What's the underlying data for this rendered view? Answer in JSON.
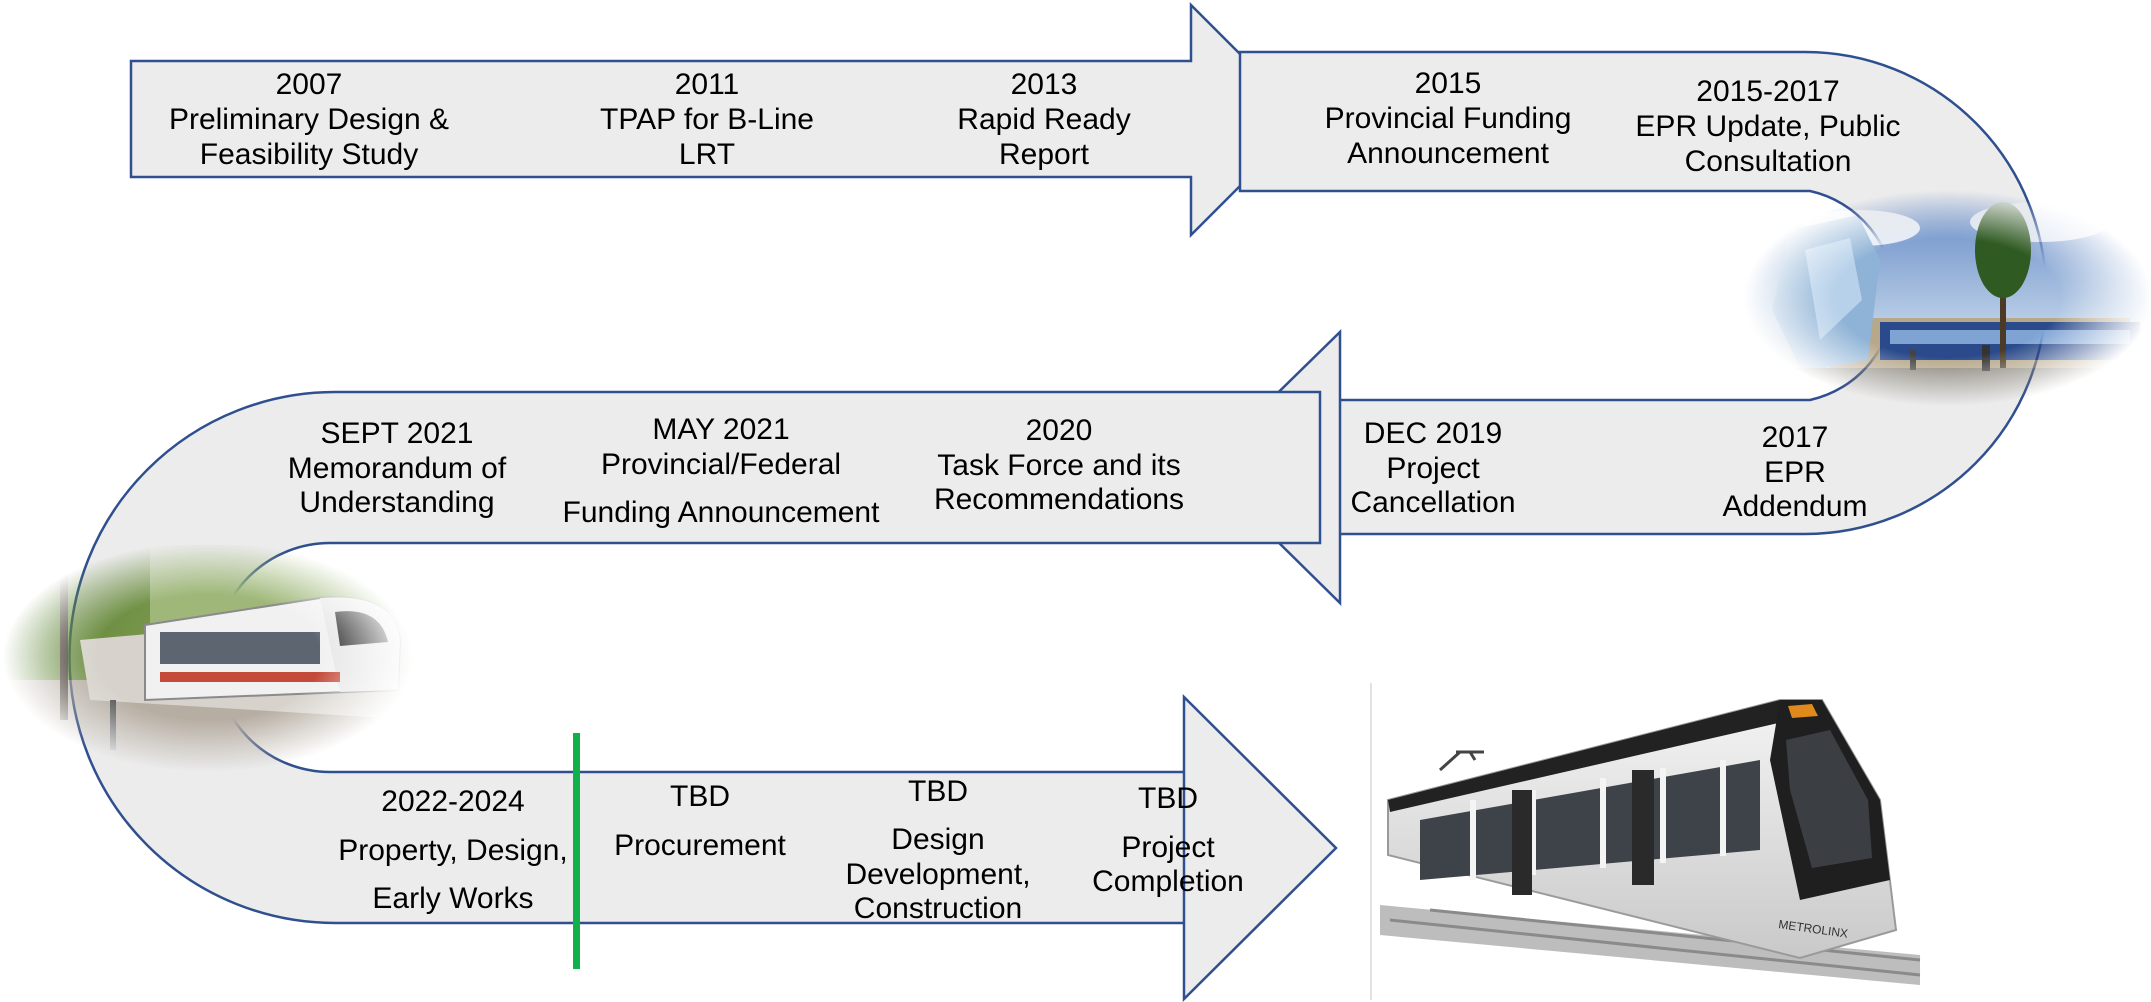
{
  "colors": {
    "arrow_fill": "#ececec",
    "arrow_stroke": "#2f4f8f",
    "current_marker": "#10b04a",
    "background": "#ffffff"
  },
  "milestones": {
    "m2007": {
      "year": "2007",
      "line1": "Preliminary Design &",
      "line2": "Feasibility Study"
    },
    "m2011": {
      "year": "2011",
      "line1": "TPAP for B-Line",
      "line2": "LRT"
    },
    "m2013": {
      "year": "2013",
      "line1": "Rapid Ready",
      "line2": "Report"
    },
    "m2015": {
      "year": "2015",
      "line1": "Provincial Funding",
      "line2": "Announcement"
    },
    "m2015_2017": {
      "year": "2015-2017",
      "line1": "EPR Update, Public",
      "line2": "Consultation"
    },
    "m2017": {
      "year": "2017",
      "line1": "EPR",
      "line2": "Addendum"
    },
    "mdec2019": {
      "year": "DEC 2019",
      "line1": "Project",
      "line2": "Cancellation"
    },
    "m2020": {
      "year": "2020",
      "line1": "Task Force and its",
      "line2": "Recommendations"
    },
    "mmay2021": {
      "year": "MAY 2021",
      "line1": "Provincial/Federal",
      "line2": "Funding Announcement"
    },
    "msept2021": {
      "year": "SEPT 2021",
      "line1": "Memorandum of",
      "line2": "Understanding"
    },
    "m2022": {
      "year": "2022-2024",
      "line1": "Property, Design,",
      "line2": "Early Works"
    },
    "tbd1": {
      "year": "TBD",
      "line1": "Procurement"
    },
    "tbd2": {
      "year": "TBD",
      "line1": "Design",
      "line2": "Development,",
      "line3": "Construction"
    },
    "tbd3": {
      "year": "TBD",
      "line1": "Project",
      "line2": "Completion"
    }
  },
  "photos": {
    "right_photo": "street-scene-with-tram-photo",
    "left_photo": "lrt-train-street-photo",
    "train_render": "metrolinx-lrt-vehicle-render",
    "train_brand": "METROLINX"
  }
}
